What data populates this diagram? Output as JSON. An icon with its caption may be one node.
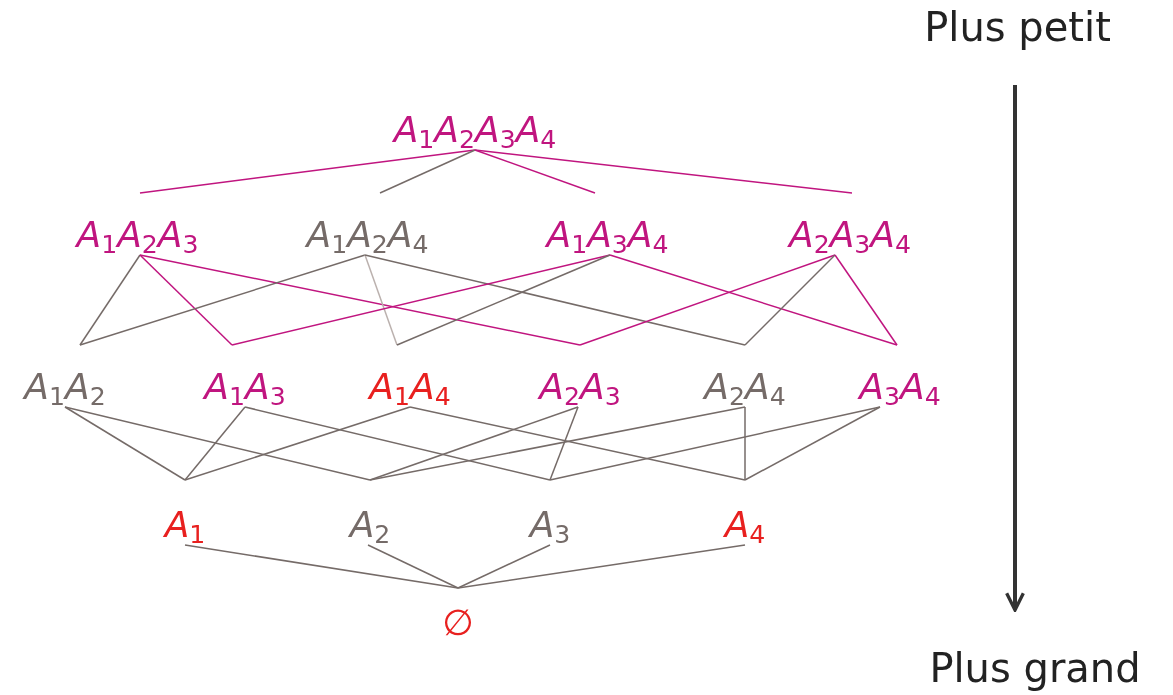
{
  "diagram": {
    "nodes": [
      {
        "text": [
          "A$_{1}$A$_{2}$A$_{3}$A$_{4}$"
        ]
      },
      {
        "text": [
          "A$_{1}$A$_{2}$A$_{3}$"
        ]
      },
      {
        "text": [
          "A$_{1}$A$_{2}$A$_{4}$"
        ]
      },
      {
        "text": [
          "A$_{1}$A$_{3}$A$_{4}$"
        ]
      },
      {
        "text": [
          "A$_{2}$A$_{3}$A$_{4}$"
        ]
      },
      {
        "text": [
          "A$_{1}$A$_{2}$"
        ]
      },
      {
        "text": [
          "A$_{1}$A$_{3}$"
        ]
      },
      {
        "text": [
          "A$_{1}$A$_{4}$"
        ]
      },
      {
        "text": [
          "A$_{2}$A$_{3}$"
        ]
      },
      {
        "text": [
          "A$_{2}$A$_{4}$"
        ]
      },
      {
        "text": [
          "A$_{3}$A$_{4}$"
        ]
      },
      {
        "text": [
          "A$_{1}$"
        ]
      },
      {
        "text": [
          "A$_{2}$"
        ]
      },
      {
        "text": [
          "A$_{3}$"
        ]
      },
      {
        "text": [
          "A$_{4}$"
        ]
      },
      {
        "text": [
          "∅"
        ]
      },
      {
        "text": [
          "Plus petit"
        ]
      },
      {
        "text": [
          "Plus grand"
        ]
      }
    ],
    "edges": [
      {
        "from": 0,
        "to": 1,
        "arrow": "none",
        "color": "#c0157f"
      },
      {
        "from": 0,
        "to": 2,
        "arrow": "none"
      },
      {
        "from": 0,
        "to": 3,
        "arrow": "none",
        "color": "#c0157f"
      },
      {
        "from": 0,
        "to": 4,
        "arrow": "none",
        "color": "#c0157f"
      },
      {
        "from": 1,
        "to": 5,
        "arrow": "none"
      },
      {
        "from": 1,
        "to": 6,
        "arrow": "none",
        "color": "#c0157f"
      },
      {
        "from": 1,
        "to": 8,
        "arrow": "none",
        "color": "#c0157f"
      },
      {
        "from": 2,
        "to": 5,
        "arrow": "none"
      },
      {
        "from": 2,
        "to": 7,
        "arrow": "none",
        "color": "#bbb1ae"
      },
      {
        "from": 2,
        "to": 9,
        "arrow": "none"
      },
      {
        "from": 3,
        "to": 6,
        "arrow": "none",
        "color": "#c0157f"
      },
      {
        "from": 3,
        "to": 7,
        "arrow": "none"
      },
      {
        "from": 3,
        "to": 10,
        "arrow": "none",
        "color": "#c0157f"
      },
      {
        "from": 4,
        "to": 8,
        "arrow": "none",
        "color": "#c0157f"
      },
      {
        "from": 4,
        "to": 9,
        "arrow": "none"
      },
      {
        "from": 4,
        "to": 10,
        "arrow": "none",
        "color": "#c0157f"
      },
      {
        "from": 5,
        "to": 11,
        "arrow": "none"
      },
      {
        "from": 5,
        "to": 12,
        "arrow": "none"
      },
      {
        "from": 6,
        "to": 11,
        "arrow": "none"
      },
      {
        "from": 6,
        "to": 13,
        "arrow": "none"
      },
      {
        "from": 7,
        "to": 11,
        "arrow": "none"
      },
      {
        "from": 7,
        "to": 14,
        "arrow": "none"
      },
      {
        "from": 8,
        "to": 12,
        "arrow": "none"
      },
      {
        "from": 8,
        "to": 13,
        "arrow": "none"
      },
      {
        "from": 9,
        "to": 12,
        "arrow": "none"
      },
      {
        "from": 9,
        "to": 14,
        "arrow": "none"
      },
      {
        "from": 10,
        "to": 13,
        "arrow": "none"
      },
      {
        "from": 10,
        "to": 14,
        "arrow": "none"
      },
      {
        "from": 11,
        "to": 15,
        "arrow": "none"
      },
      {
        "from": 12,
        "to": 15,
        "arrow": "none"
      },
      {
        "from": 13,
        "to": 15,
        "arrow": "none"
      },
      {
        "from": 14,
        "to": 15,
        "arrow": "none"
      },
      {
        "from": 16,
        "to": 17,
        "arrow": "to",
        "color": "#333333",
        "style": "thick"
      }
    ]
  }
}
